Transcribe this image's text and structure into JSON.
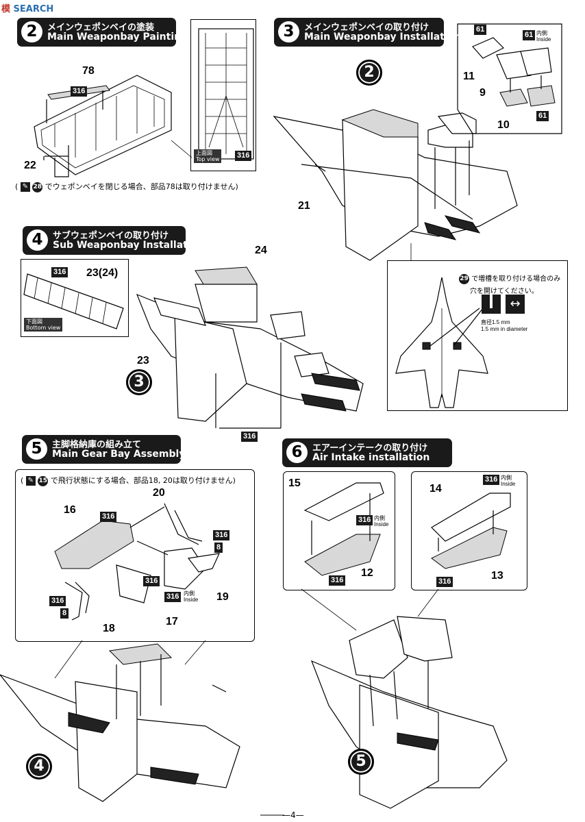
{
  "watermark": {
    "prefix": "模",
    "text": "SEARCH"
  },
  "page_number": "—4—",
  "steps": [
    {
      "num": "2",
      "jp": "メインウェポンベイの塗装",
      "en": "Main Weaponbay Painting"
    },
    {
      "num": "3",
      "jp": "メインウェポンベイの取り付け",
      "en": "Main Weaponbay Installation"
    },
    {
      "num": "4",
      "jp": "サブウェポンベイの取り付け",
      "en": "Sub Weaponbay Installation"
    },
    {
      "num": "5",
      "jp": "主脚格納庫の組み立て",
      "en": "Main Gear Bay Assembly"
    },
    {
      "num": "6",
      "jp": "エアーインテークの取り付け",
      "en": "Air Intake installation"
    }
  ],
  "step2": {
    "parts": {
      "p78": "78",
      "p22": "22"
    },
    "color": "316",
    "top_view_jp": "上面図",
    "top_view_en": "Top view",
    "note_open": "(",
    "note_ref": "28",
    "note_text": "でウェポンベイを閉じる場合、部品78は取り付けません)"
  },
  "step3": {
    "parts": {
      "p11": "11",
      "p9": "9",
      "p10": "10",
      "p21": "21"
    },
    "color_61": "61",
    "inside_jp": "内側",
    "inside_en": "Inside",
    "ref": "2"
  },
  "drill": {
    "ref": "29",
    "text1": "で増槽を取り付ける場合のみ",
    "text2": "穴を開けてください。",
    "dia_jp": "直径1.5 mm",
    "dia_en": "1.5 mm in diameter"
  },
  "step4": {
    "parts": {
      "p24": "24",
      "p23a": "23(24)",
      "p23": "23"
    },
    "color": "316",
    "bottom_view_jp": "下面図",
    "bottom_view_en": "Bottom view",
    "ref": "3"
  },
  "step5": {
    "parts": {
      "p16": "16",
      "p20": "20",
      "p18": "18",
      "p17": "17",
      "p19": "19",
      "p8a": "8",
      "p8b": "8"
    },
    "color": "316",
    "inside_jp": "内側",
    "inside_en": "Inside",
    "note_ref": "15",
    "note_text": "で飛行状態にする場合、部品18, 20は取り付けません)",
    "note_open": "(",
    "ref": "4"
  },
  "step6": {
    "parts": {
      "p15": "15",
      "p12": "12",
      "p14": "14",
      "p13": "13"
    },
    "color": "316",
    "inside_jp": "内側",
    "inside_en": "Inside",
    "ref": "5"
  }
}
